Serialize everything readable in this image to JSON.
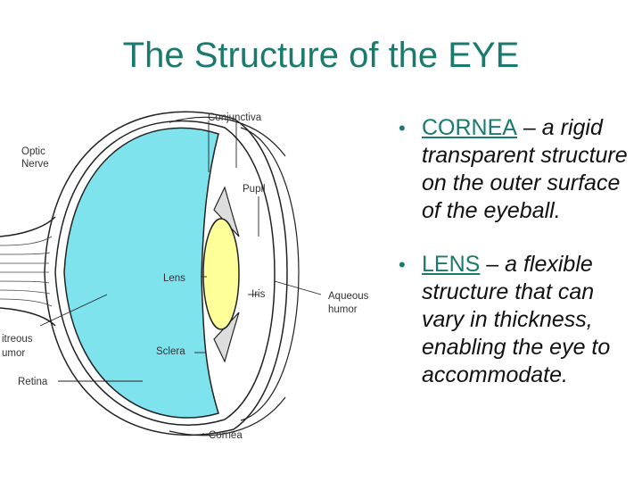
{
  "slide": {
    "title": "The Structure of the EYE"
  },
  "diagram": {
    "labels": {
      "conjunctiva": "Conjunctiva",
      "optic_nerve_1": "Optic",
      "optic_nerve_2": "Nerve",
      "pupil": "Pupil",
      "lens": "Lens",
      "iris": "Iris",
      "aqueous_1": "Aqueous",
      "aqueous_2": "humor",
      "vitreous_1": "itreous",
      "vitreous_2": "umor",
      "sclera": "Sclera",
      "retina": "Retina",
      "cornea": "Cornea"
    },
    "colors": {
      "vitreous": "#7fe3ee",
      "lens": "#ffff99",
      "outline": "#222222"
    }
  },
  "bullets": [
    {
      "marker": "•",
      "term": "CORNEA",
      "description": " – a rigid transparent structure on the outer surface of the eyeball."
    },
    {
      "marker": "•",
      "term": "LENS",
      "description": " – a flexible structure that can vary in thickness, enabling the eye to accommodate."
    }
  ],
  "colors": {
    "title": "#1a7a6e",
    "text": "#111111"
  }
}
